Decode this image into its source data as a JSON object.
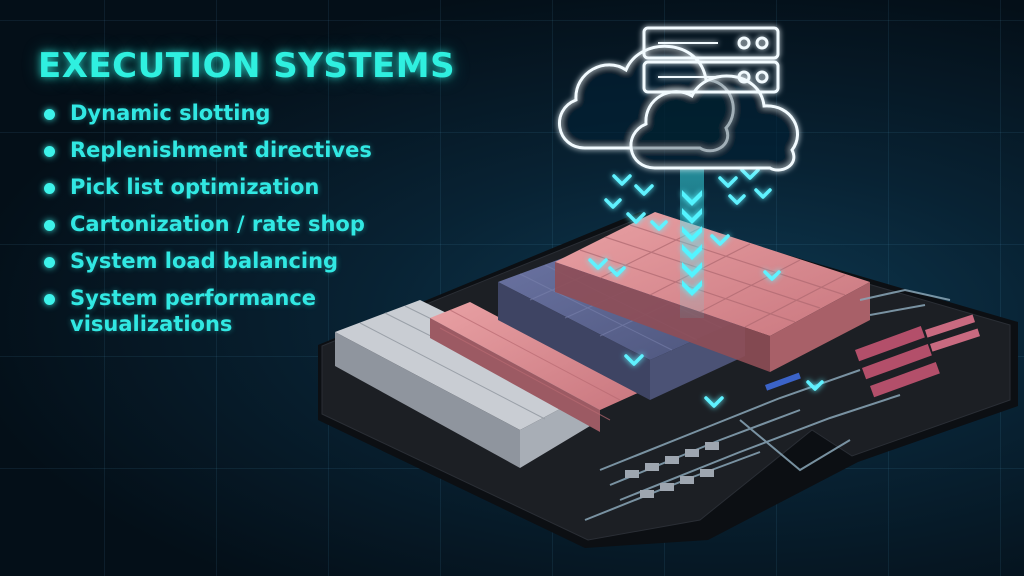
{
  "panel": {
    "heading": "EXECUTION SYSTEMS",
    "bullets": [
      "Dynamic slotting",
      "Replenishment directives",
      "Pick list optimization",
      "Cartonization / rate shop",
      "System load balancing",
      "System performance visualizations"
    ]
  },
  "colors": {
    "accent": "#2ff0e0",
    "background": "#06141f",
    "rack_pink": "#d98a8f",
    "rack_blue": "#5a628c",
    "floor": "#1a1d22"
  },
  "icons": [
    "cloud-icon",
    "server-icon",
    "down-chevron-icon"
  ]
}
